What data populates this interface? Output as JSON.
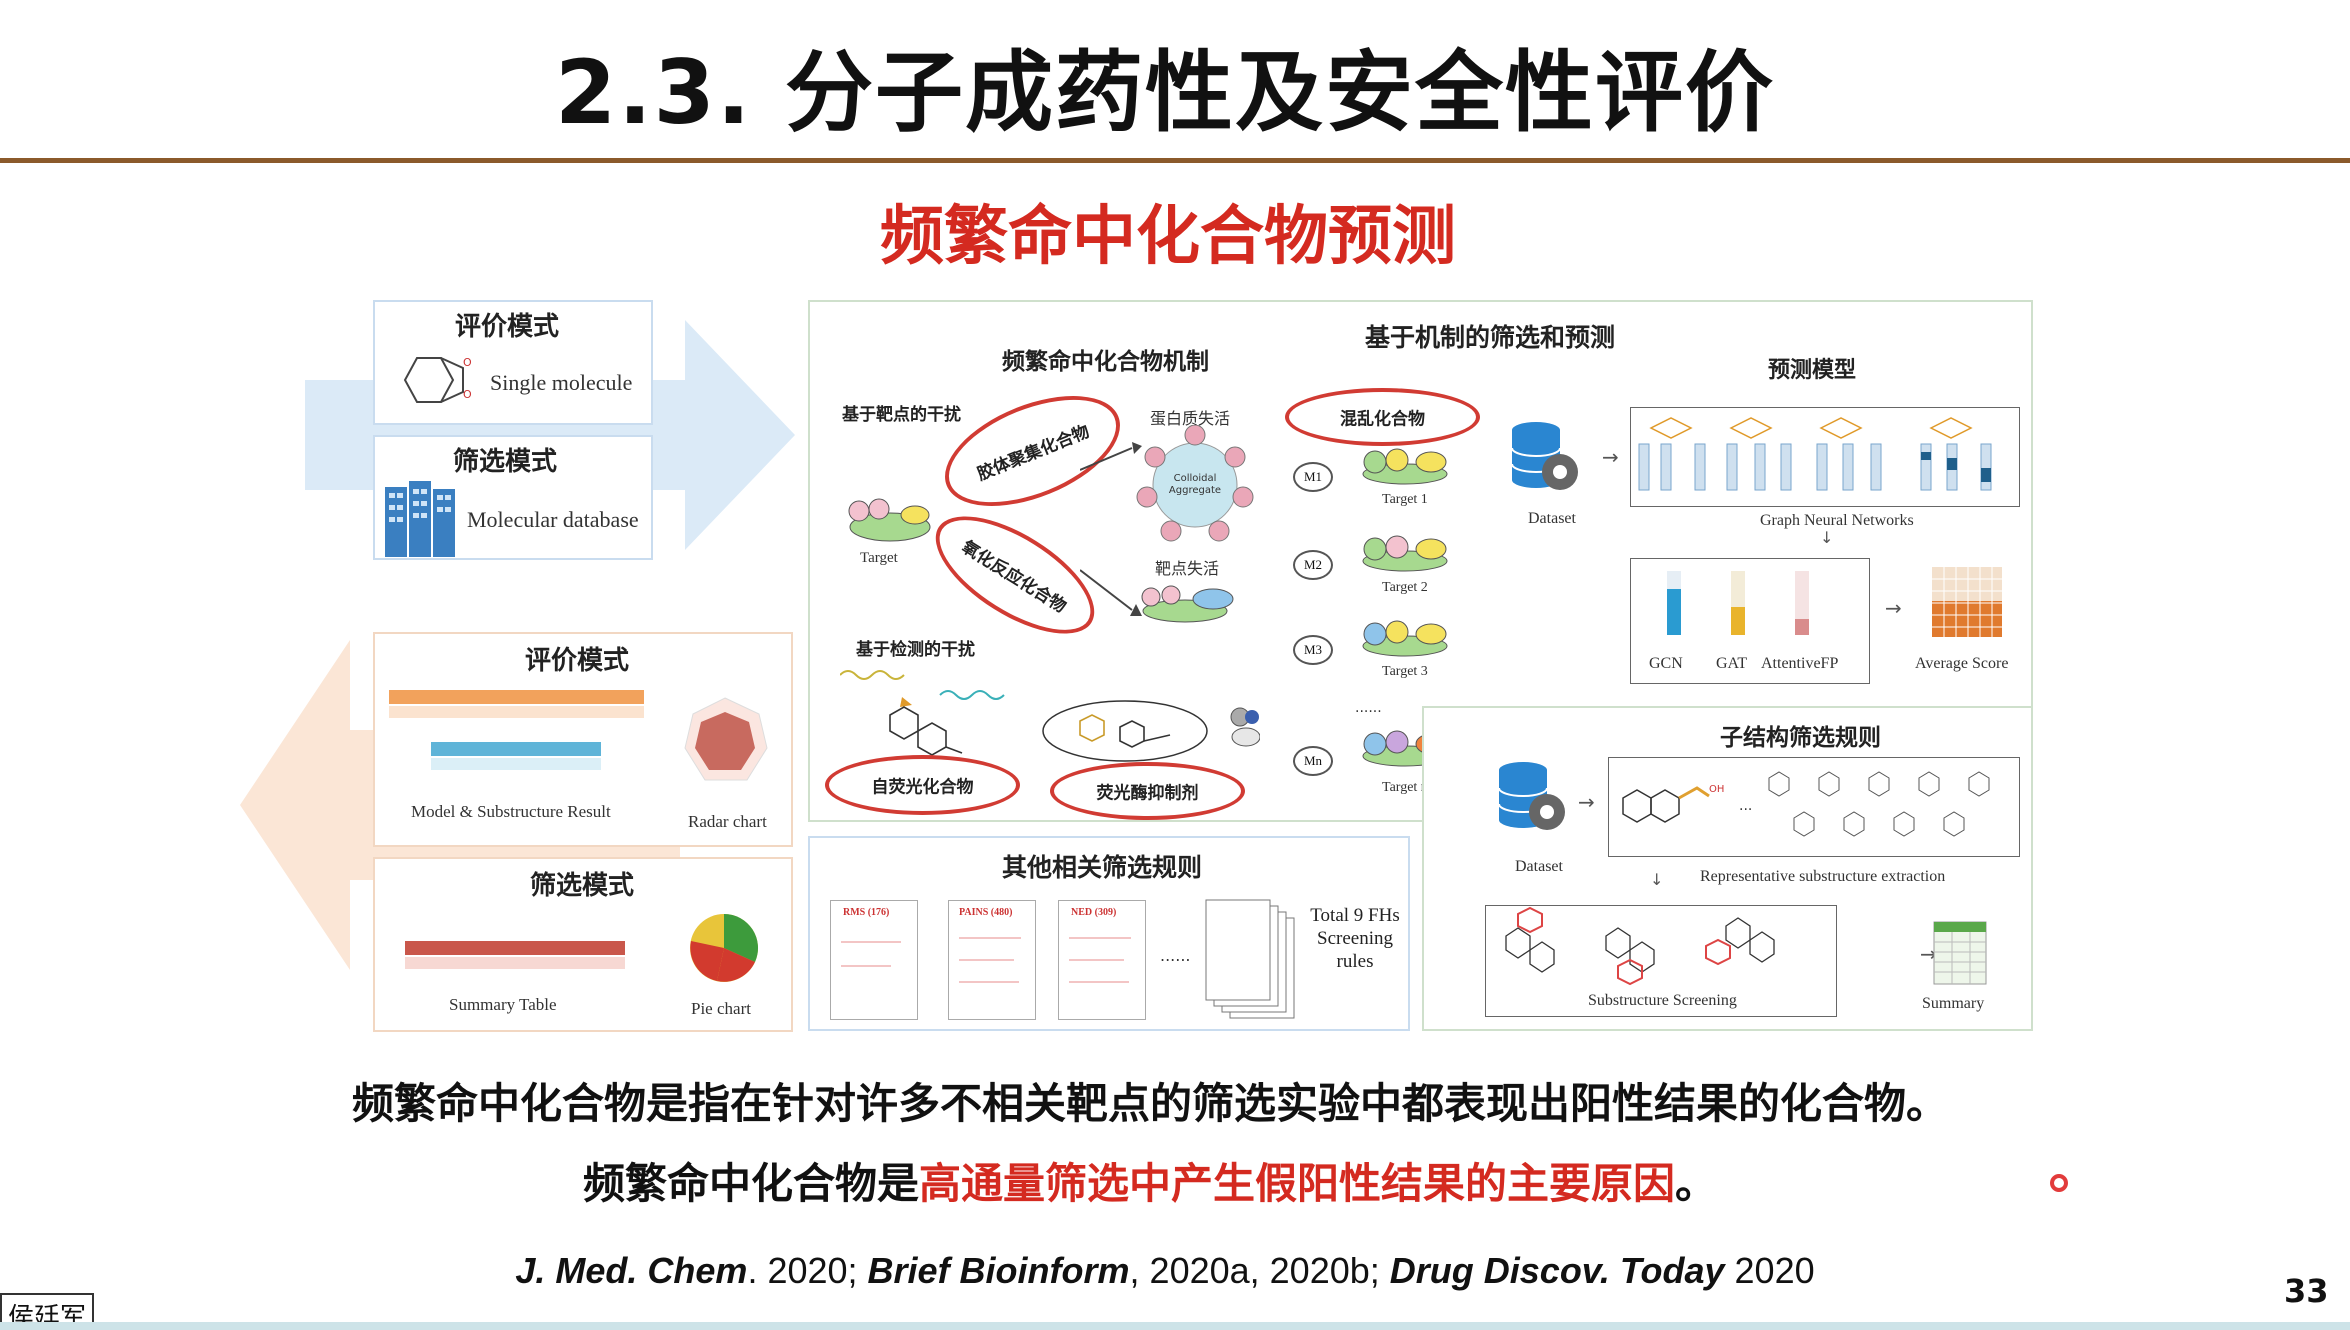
{
  "header": {
    "title": "2.3. 分子成药性及安全性评价",
    "subtitle": "频繁命中化合物预测"
  },
  "left_panel": {
    "top_eval_title": "评价模式",
    "single_molecule": "Single molecule",
    "top_screen_title": "筛选模式",
    "molecular_database": "Molecular database",
    "bottom_eval_title": "评价模式",
    "model_result": "Model & Substructure Result",
    "radar_chart": "Radar chart",
    "bottom_screen_title": "筛选模式",
    "summary_table": "Summary Table",
    "pie_chart": "Pie chart"
  },
  "mechanism": {
    "title": "频繁命中化合物机制",
    "target_interference": "基于靶点的干扰",
    "colloid": "胶体聚集化合物",
    "reactive": "氧化反应化合物",
    "protein_inactivation": "蛋白质失活",
    "target_inactivation": "靶点失活",
    "target": "Target",
    "detection_interference": "基于检测的干扰",
    "autofluorescence": "自荧光化合物",
    "luciferase_inhibitor": "荧光酶抑制剂"
  },
  "screening": {
    "title": "基于机制的筛选和预测",
    "promiscuous": "混乱化合物",
    "m_labels": [
      "M1",
      "M2",
      "M3",
      "Mn"
    ],
    "target_labels": [
      "Target 1",
      "Target 2",
      "Target 3",
      "Target n"
    ],
    "ellipsis": "......"
  },
  "prediction": {
    "title": "预测模型",
    "dataset": "Dataset",
    "gnn": "Graph Neural Networks",
    "models": [
      "GCN",
      "GAT",
      "AttentiveFP"
    ],
    "average_score": "Average Score"
  },
  "substructure": {
    "title": "子结构筛选规则",
    "dataset": "Dataset",
    "extraction": "Representative substructure extraction",
    "screening": "Substructure Screening",
    "summary": "Summary"
  },
  "other_rules": {
    "title": "其他相关筛选规则",
    "cards": [
      "RMS (176)",
      "PAINS (480)",
      "NED (309)"
    ],
    "ellipsis": "......",
    "total": "Total 9 FHs Screening rules"
  },
  "body": {
    "line1": "频繁命中化合物是指在针对许多不相关靶点的筛选实验中都表现出阳性结果的化合物。",
    "line2_prefix": "频繁命中化合物是",
    "line2_highlight": "高通量筛选中产生假阳性结果的主要原因",
    "line2_suffix": "。"
  },
  "citation": {
    "j1": "J. Med. Chem",
    "t1": ". 2020; ",
    "j2": "Brief Bioinform",
    "t2": ", 2020a, 2020b; ",
    "j3": "Drug Discov. Today",
    "t3": " 2020"
  },
  "footer": {
    "presenter": "侯廷军",
    "page_number": "33"
  },
  "colors": {
    "title_red": "#d42a20",
    "rule_brown": "#8b5a2b",
    "frame_green": "#cfe0cc",
    "arrow_blue": "#dbeaf7",
    "arrow_orange": "#fbe6d6",
    "ellipse_red": "#d13b33"
  }
}
